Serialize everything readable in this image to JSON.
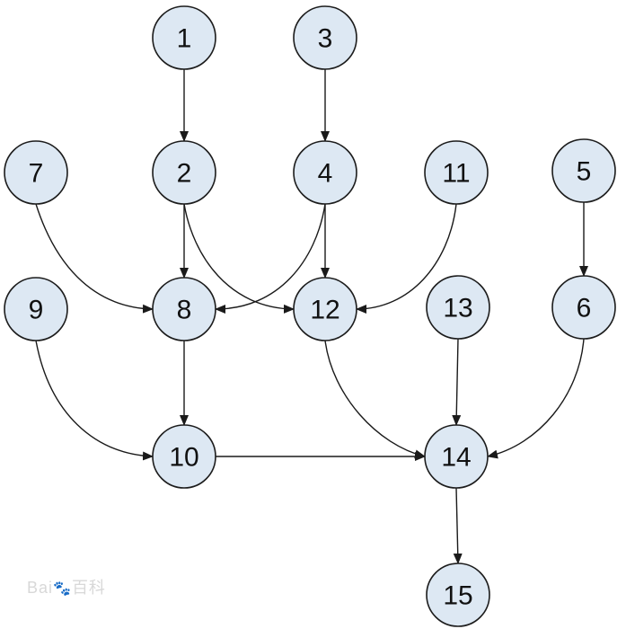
{
  "diagram": {
    "nodes": [
      {
        "id": "1",
        "label": "1"
      },
      {
        "id": "3",
        "label": "3"
      },
      {
        "id": "7",
        "label": "7"
      },
      {
        "id": "2",
        "label": "2"
      },
      {
        "id": "4",
        "label": "4"
      },
      {
        "id": "11",
        "label": "11"
      },
      {
        "id": "5",
        "label": "5"
      },
      {
        "id": "9",
        "label": "9"
      },
      {
        "id": "8",
        "label": "8"
      },
      {
        "id": "12",
        "label": "12"
      },
      {
        "id": "13",
        "label": "13"
      },
      {
        "id": "6",
        "label": "6"
      },
      {
        "id": "10",
        "label": "10"
      },
      {
        "id": "14",
        "label": "14"
      },
      {
        "id": "15",
        "label": "15"
      }
    ],
    "edges": [
      {
        "from": "1",
        "to": "2"
      },
      {
        "from": "3",
        "to": "4"
      },
      {
        "from": "7",
        "to": "8"
      },
      {
        "from": "2",
        "to": "8"
      },
      {
        "from": "2",
        "to": "12"
      },
      {
        "from": "4",
        "to": "8"
      },
      {
        "from": "4",
        "to": "12"
      },
      {
        "from": "11",
        "to": "12"
      },
      {
        "from": "5",
        "to": "6"
      },
      {
        "from": "9",
        "to": "10"
      },
      {
        "from": "8",
        "to": "10"
      },
      {
        "from": "12",
        "to": "14"
      },
      {
        "from": "13",
        "to": "14"
      },
      {
        "from": "6",
        "to": "14"
      },
      {
        "from": "10",
        "to": "14"
      },
      {
        "from": "14",
        "to": "15"
      }
    ]
  },
  "watermark": {
    "text": "Bai",
    "paw": "🐾",
    "suffix": "百科"
  }
}
